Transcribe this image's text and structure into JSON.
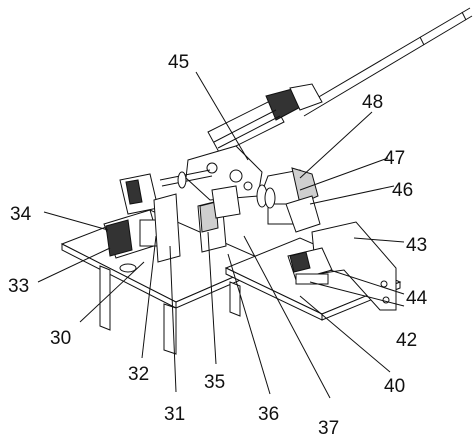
{
  "labels": {
    "l45": "45",
    "l48": "48",
    "l47": "47",
    "l46": "46",
    "l43": "43",
    "l44": "44",
    "l42": "42",
    "l40": "40",
    "l37": "37",
    "l36": "36",
    "l35": "35",
    "l31": "31",
    "l32": "32",
    "l30": "30",
    "l33": "33",
    "l34": "34"
  }
}
